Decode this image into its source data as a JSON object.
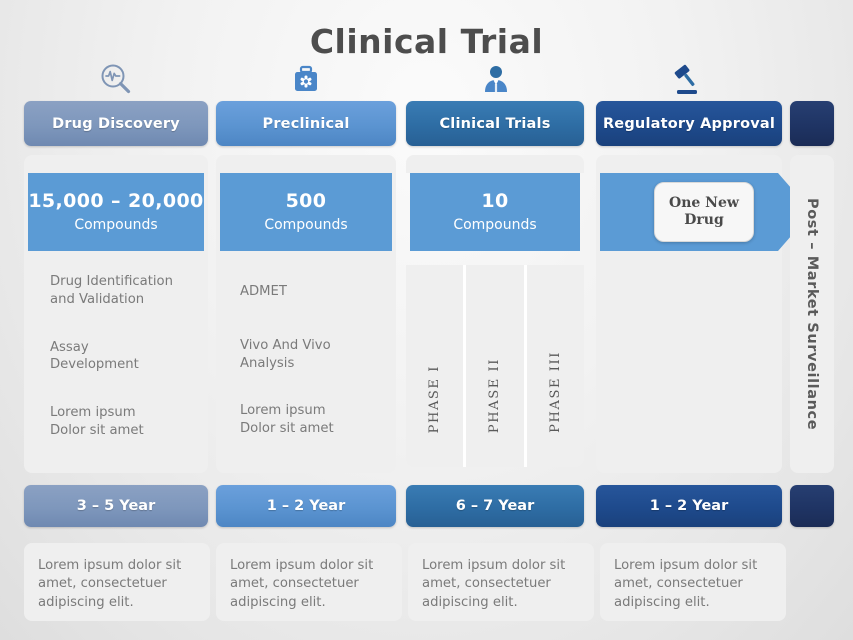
{
  "page": {
    "title": "Clinical Trial",
    "background_color": "#ededed"
  },
  "colors": {
    "stage1": "#7e97bc",
    "stage2": "#5b94d1",
    "stage3": "#2e6da4",
    "stage4": "#1e4a8c",
    "stage5": "#1f3464",
    "count_box": "#5b9bd5",
    "panel": "#efefef",
    "body_text": "#7a7a7a",
    "title_text": "#4d4d4d"
  },
  "icons": [
    {
      "name": "magnifier-pulse-icon",
      "stage": "Drug Discovery"
    },
    {
      "name": "medical-kit-icon",
      "stage": "Preclinical"
    },
    {
      "name": "doctor-person-icon",
      "stage": "Clinical Trials"
    },
    {
      "name": "gavel-icon",
      "stage": "Regulatory Approval"
    }
  ],
  "stages": [
    {
      "header": "Drug Discovery",
      "count_number": "15,000 – 20,000",
      "count_label": "Compounds",
      "bullets": [
        "Drug Identification\nand Validation",
        "Assay\nDevelopment",
        "Lorem ipsum\nDolor sit amet"
      ],
      "duration": "3 – 5 Year",
      "note": "Lorem ipsum dolor sit amet, consectetuer adipiscing elit."
    },
    {
      "header": "Preclinical",
      "count_number": "500",
      "count_label": "Compounds",
      "bullets": [
        "ADMET",
        "Vivo And Vivo\nAnalysis",
        "Lorem ipsum\nDolor sit amet"
      ],
      "duration": "1 – 2 Year",
      "note": "Lorem ipsum dolor sit amet, consectetuer adipiscing elit."
    },
    {
      "header": "Clinical  Trials",
      "count_number": "10",
      "count_label": "Compounds",
      "phases": [
        "PHASE I",
        "PHASE II",
        "PHASE III"
      ],
      "duration": "6 – 7 Year",
      "note": "Lorem ipsum dolor sit amet, consectetuer adipiscing elit."
    },
    {
      "header": "Regulatory Approval",
      "callout": "One New\nDrug",
      "duration": "1 – 2 Year",
      "note": "Lorem ipsum dolor sit amet, consectetuer adipiscing elit."
    },
    {
      "header": "",
      "vertical_label": "Post – Market Surveillance",
      "duration": ""
    }
  ]
}
